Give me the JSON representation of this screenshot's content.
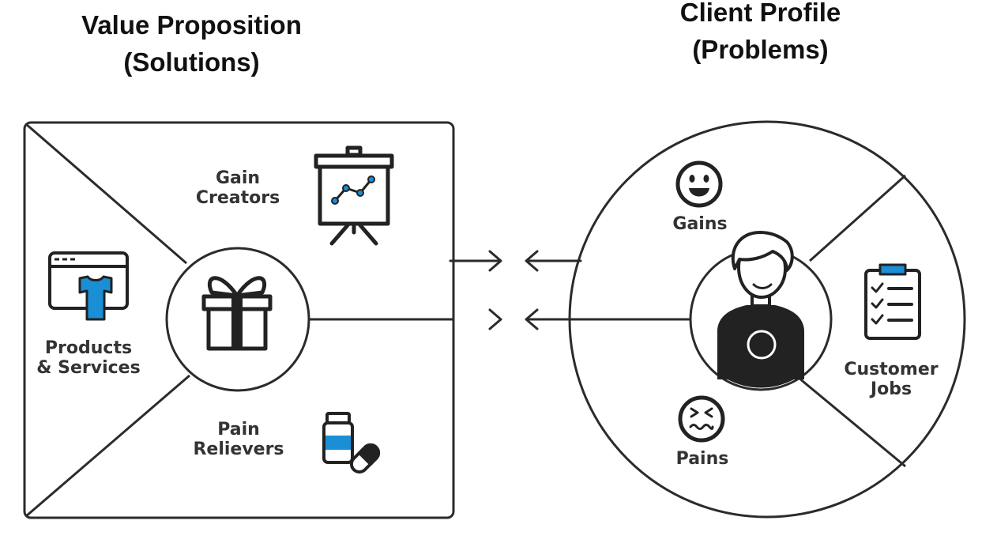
{
  "titles": {
    "left": {
      "line1": "Value Proposition",
      "line2": "(Solutions)"
    },
    "right": {
      "line1": "Client Profile",
      "line2": "(Problems)"
    }
  },
  "value_map": {
    "gain_creators": {
      "line1": "Gain",
      "line2": "Creators"
    },
    "products_services": {
      "line1": "Products",
      "line2": "& Services"
    },
    "pain_relievers": {
      "line1": "Pain",
      "line2": "Relievers"
    }
  },
  "customer_profile": {
    "gains": "Gains",
    "pains": "Pains",
    "customer_jobs": {
      "line1": "Customer",
      "line2": "Jobs"
    }
  },
  "colors": {
    "accent": "#1a8fd6",
    "line": "#2b2b2b",
    "text": "#333333",
    "title": "#111111"
  },
  "icons": [
    "presentation-chart-icon",
    "tshirt-browser-icon",
    "gift-icon",
    "medicine-icon",
    "smiley-icon",
    "frown-icon",
    "person-icon",
    "clipboard-checklist-icon"
  ]
}
